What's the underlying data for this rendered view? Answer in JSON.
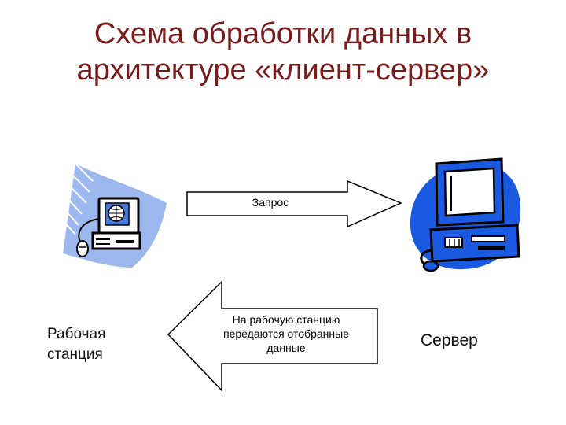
{
  "title": {
    "line1": "Схема обработки данных в",
    "line2": "архитектуре «клиент-сервер»"
  },
  "workstation": {
    "label_line1": "Рабочая",
    "label_line2": "станция",
    "icon": "workstation-computer-icon"
  },
  "server": {
    "label": "Сервер",
    "icon": "server-computer-icon"
  },
  "request_arrow": {
    "text": "Запрос",
    "direction": "right"
  },
  "response_arrow": {
    "line1": "На рабочую станцию",
    "line2": "передаются отобранные",
    "line3": "данные",
    "direction": "left"
  },
  "colors": {
    "title": "#7a1c1c",
    "icon_blue": "#1a5ae0",
    "icon_light_blue": "#9db8ee"
  }
}
